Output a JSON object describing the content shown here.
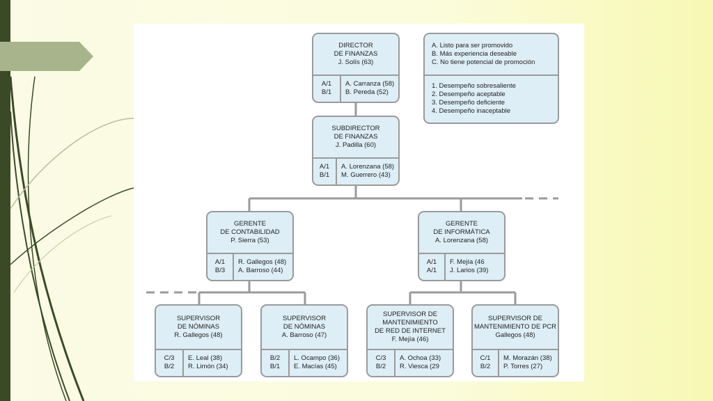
{
  "boxes": {
    "director": {
      "title": [
        "DIRECTOR",
        "DE FINANZAS",
        "J. Solís (63)"
      ],
      "codes": [
        "A/1",
        "B/1"
      ],
      "names": [
        "A. Carranza (58)",
        "B. Pereda (52)"
      ]
    },
    "subdirector": {
      "title": [
        "SUBDIRECTOR",
        "DE FINANZAS",
        "J. Padilla (60)"
      ],
      "codes": [
        "A/1",
        "B/1"
      ],
      "names": [
        "A. Lorenzana (58)",
        "M. Guerrero (43)"
      ]
    },
    "gerente_contabilidad": {
      "title": [
        "GERENTE",
        "DE CONTABILIDAD",
        "P. Sierra (53)"
      ],
      "codes": [
        "A/1",
        "B/3"
      ],
      "names": [
        "R. Gallegos (48)",
        "A. Barroso (44)"
      ]
    },
    "gerente_informatica": {
      "title": [
        "GERENTE",
        "DE INFORMÁTICA",
        "A. Lorenzana (58)"
      ],
      "codes": [
        "A/1",
        "A/1"
      ],
      "names": [
        "F. Mejía (46",
        "J. Larios (39)"
      ]
    },
    "sup_nominas_1": {
      "title": [
        "SUPERVISOR",
        "DE NÓMINAS",
        "R. Gallegos (48)"
      ],
      "codes": [
        "C/3",
        "B/2"
      ],
      "names": [
        "E. Leal (38)",
        "R. Limón (34)"
      ]
    },
    "sup_nominas_2": {
      "title": [
        "SUPERVISOR",
        "DE NÓMINAS",
        "A. Barroso (47)"
      ],
      "codes": [
        "B/2",
        "B/1"
      ],
      "names": [
        "L. Ocampo (36)",
        "E. Macías (45)"
      ]
    },
    "sup_red": {
      "title": [
        "SUPERVISOR DE",
        "MANTENIMIENTO",
        "DE RED DE INTERNET",
        "F. Mejía (46)"
      ],
      "codes": [
        "C/3",
        "B/2"
      ],
      "names": [
        "A. Ochoa (33)",
        "R. Viesca (29"
      ]
    },
    "sup_pcr": {
      "title": [
        "SUPERVISOR DE",
        "MANTENIMIENTO DE PCR",
        "Gallegos (48)"
      ],
      "codes": [
        "C/1",
        "B/2"
      ],
      "names": [
        "M. Morazán (38)",
        "P. Torres (27)"
      ]
    }
  },
  "legend": {
    "potential": [
      "A. Listo para ser promovido",
      "B. Más experiencia deseable",
      "C. No tiene potencial de promoción"
    ],
    "performance": [
      "1. Desempeño sobresaliente",
      "2. Desempeño aceptable",
      "3. Desempeño deficiente",
      "4. Desempeño inaceptable"
    ]
  },
  "colors": {
    "box_fill": "#ddeef6",
    "border": "#9a9a9a",
    "accent_bar": "#3a4a26",
    "tab": "#a8b48c"
  }
}
